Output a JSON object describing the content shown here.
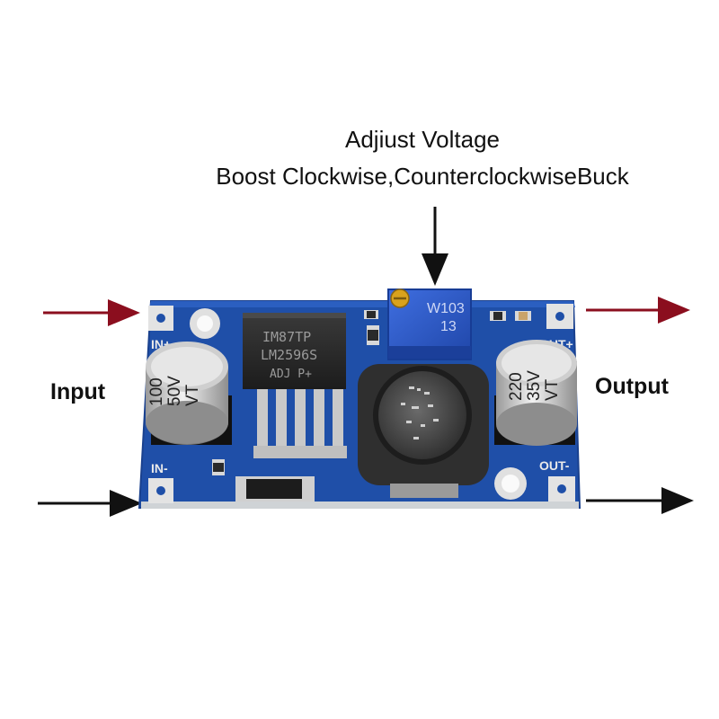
{
  "captions": {
    "line1": "Adjiust Voltage",
    "line2": "Boost Clockwise,CounterclockwiseBuck"
  },
  "labels": {
    "input": "Input",
    "output": "Output"
  },
  "board": {
    "pin_in_plus": "IN+",
    "pin_in_minus": "IN-",
    "pin_out_plus": "OUT+",
    "pin_out_minus": "OUT-",
    "cap_in_value": "100",
    "cap_in_voltage": "50V",
    "cap_in_series": "VT",
    "cap_out_value": "220",
    "cap_out_voltage": "35V",
    "cap_out_series": "VT",
    "ic_line1": "IM87TP",
    "ic_line2": "LM2596S",
    "ic_line3": "ADJ P+",
    "pot_code": "W103",
    "pot_code2": "13"
  },
  "colors": {
    "pcb": "#1f4fa8",
    "pcb_dark": "#163f8c",
    "arrow_input": "#8b0e1e",
    "arrow_dark": "#111111",
    "pot_body": "#2a57c4",
    "pot_screw": "#d9a21c",
    "cap_sleeve": "#d8d8d8",
    "inductor_core": "#3a3a3a"
  }
}
